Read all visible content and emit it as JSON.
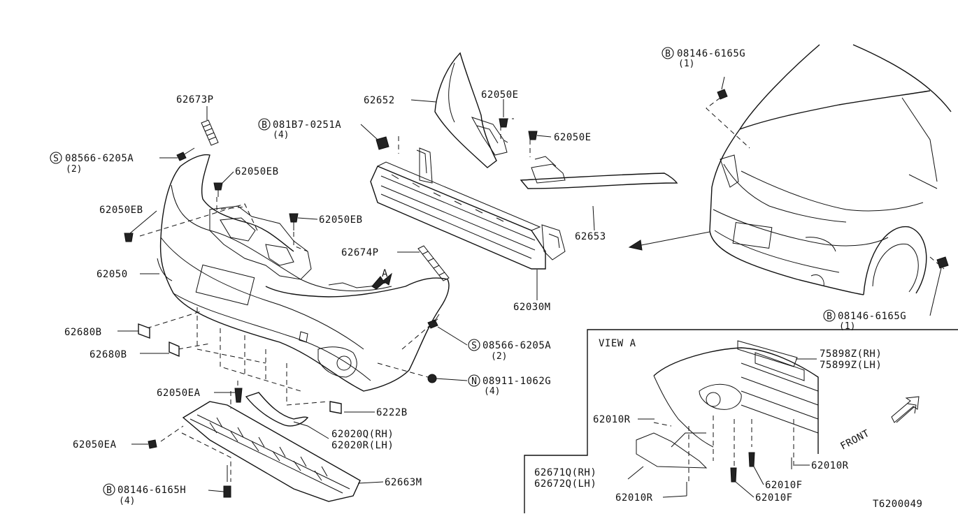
{
  "diagram_id": "T6200049",
  "callouts": {
    "p62673P": "62673P",
    "p08566_top": "08566-6205A",
    "p08566_top_prefix": "S",
    "p08566_top_qty": "(2)",
    "p62050EB_a": "62050EB",
    "p62050EB_b": "62050EB",
    "p62050EB_c": "62050EB",
    "p081B7": "081B7-0251A",
    "p081B7_prefix": "B",
    "p081B7_qty": "(4)",
    "p62652": "62652",
    "p62050E_a": "62050E",
    "p62050E_b": "62050E",
    "p62653": "62653",
    "p62674P": "62674P",
    "p62050": "62050",
    "arrow_a": "A",
    "p62030M": "62030M",
    "p62680B_a": "62680B",
    "p62680B_b": "62680B",
    "p08566_mid": "08566-6205A",
    "p08566_mid_prefix": "S",
    "p08566_mid_qty": "(2)",
    "p08911": "08911-1062G",
    "p08911_prefix": "N",
    "p08911_qty": "(4)",
    "p62050EA_a": "62050EA",
    "p62050EA_b": "62050EA",
    "p6222B": "6222B",
    "p62020Q": "62020Q(RH)",
    "p62020R": "62020R(LH)",
    "p62663M": "62663M",
    "p08146_H": "08146-6165H",
    "p08146_H_prefix": "B",
    "p08146_H_qty": "(4)",
    "p08146_top": "08146-6165G",
    "p08146_top_prefix": "B",
    "p08146_top_qty": "(1)",
    "p08146_right": "08146-6165G",
    "p08146_right_prefix": "B",
    "p08146_right_qty": "(1)"
  },
  "view_a": {
    "title": "VIEW A",
    "p75898Z": "75898Z(RH)",
    "p75899Z": "75899Z(LH)",
    "front": "FRONT",
    "p62010R_a": "62010R",
    "p62010R_b": "62010R",
    "p62010R_c": "62010R",
    "p62671Q": "62671Q(RH)",
    "p62672Q": "62672Q(LH)",
    "p62010F_a": "62010F",
    "p62010F_b": "62010F"
  }
}
